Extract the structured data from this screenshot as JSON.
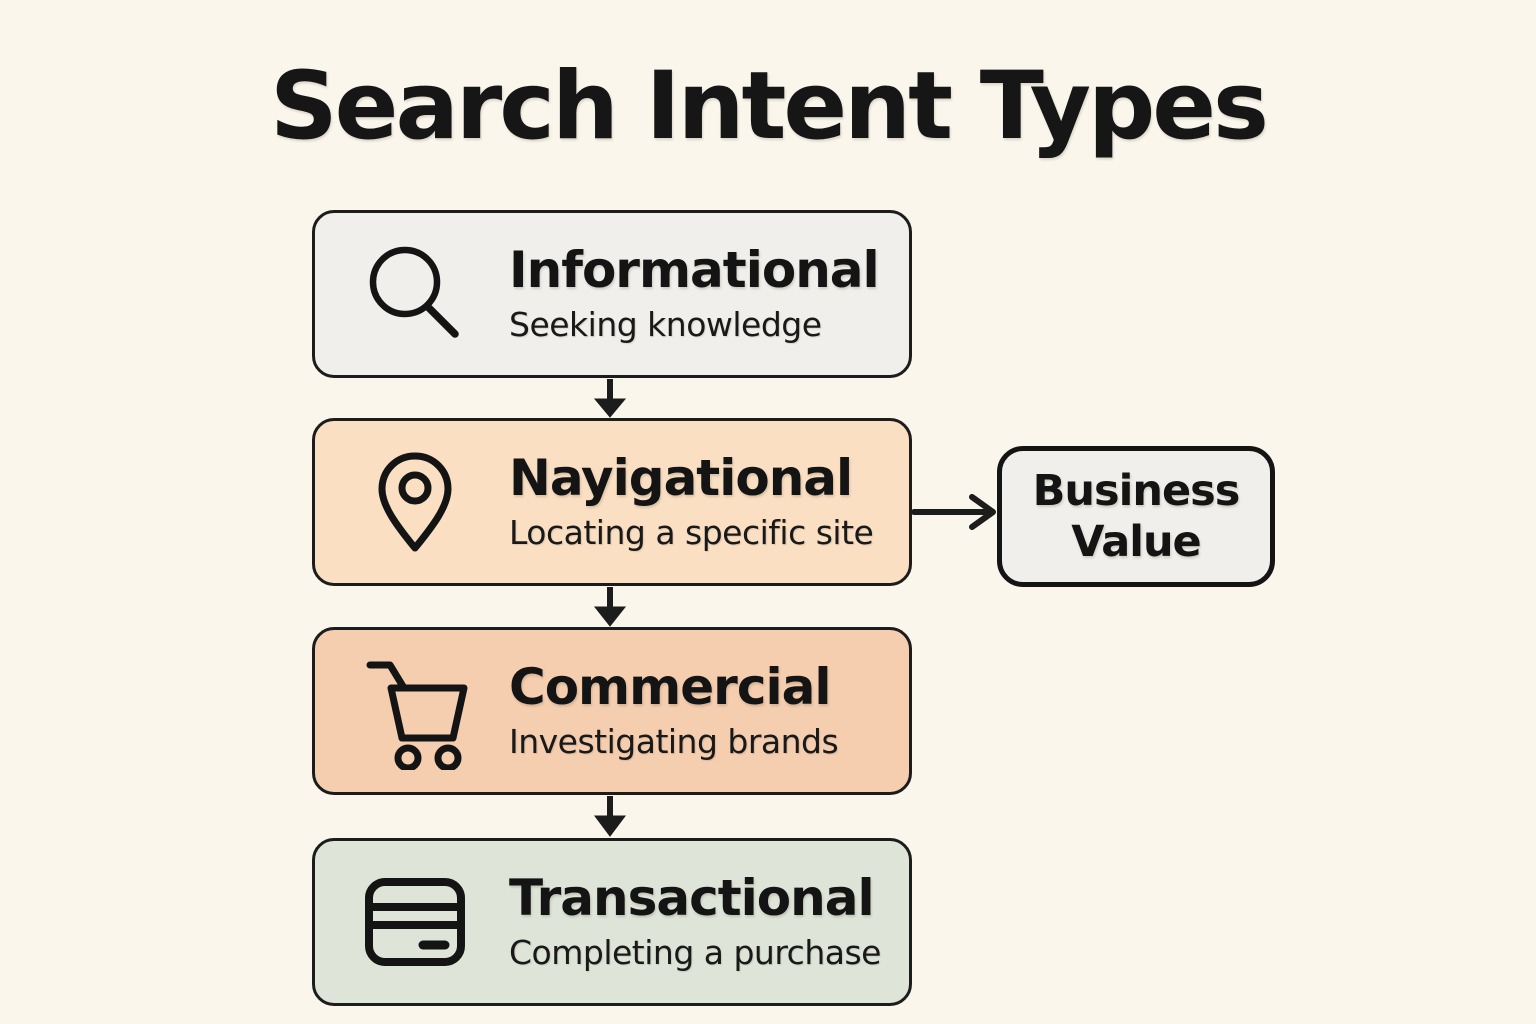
{
  "title": "Search Intent Types",
  "colors": {
    "background": "#faf6ec",
    "border": "#1c1c1c",
    "text": "#141414",
    "informational_fill": "#f0efeb",
    "navigational_fill": "#fadfc3",
    "commercial_fill": "#f5cdaf",
    "transactional_fill": "#dee5d8",
    "business_value_fill": "#f0efeb"
  },
  "nodes": [
    {
      "label": "Informational",
      "description": "Seeking knowledge",
      "icon": "search-icon"
    },
    {
      "label": "Nayigational",
      "description": "Locating a specific site",
      "icon": "location-pin-icon"
    },
    {
      "label": "Commercial",
      "description": "Investigating brands",
      "icon": "shopping-cart-icon"
    },
    {
      "label": "Transactional",
      "description": "Completing a purchase",
      "icon": "credit-card-icon"
    }
  ],
  "side_node": {
    "label": "Business Value"
  },
  "connections": [
    {
      "from": "Informational",
      "to": "Nayigational",
      "style": "arrow-down"
    },
    {
      "from": "Nayigational",
      "to": "Commercial",
      "style": "arrow-down"
    },
    {
      "from": "Commercial",
      "to": "Transactional",
      "style": "arrow-down"
    },
    {
      "from": "Nayigational",
      "to": "Business Value",
      "style": "arrow-right"
    }
  ]
}
